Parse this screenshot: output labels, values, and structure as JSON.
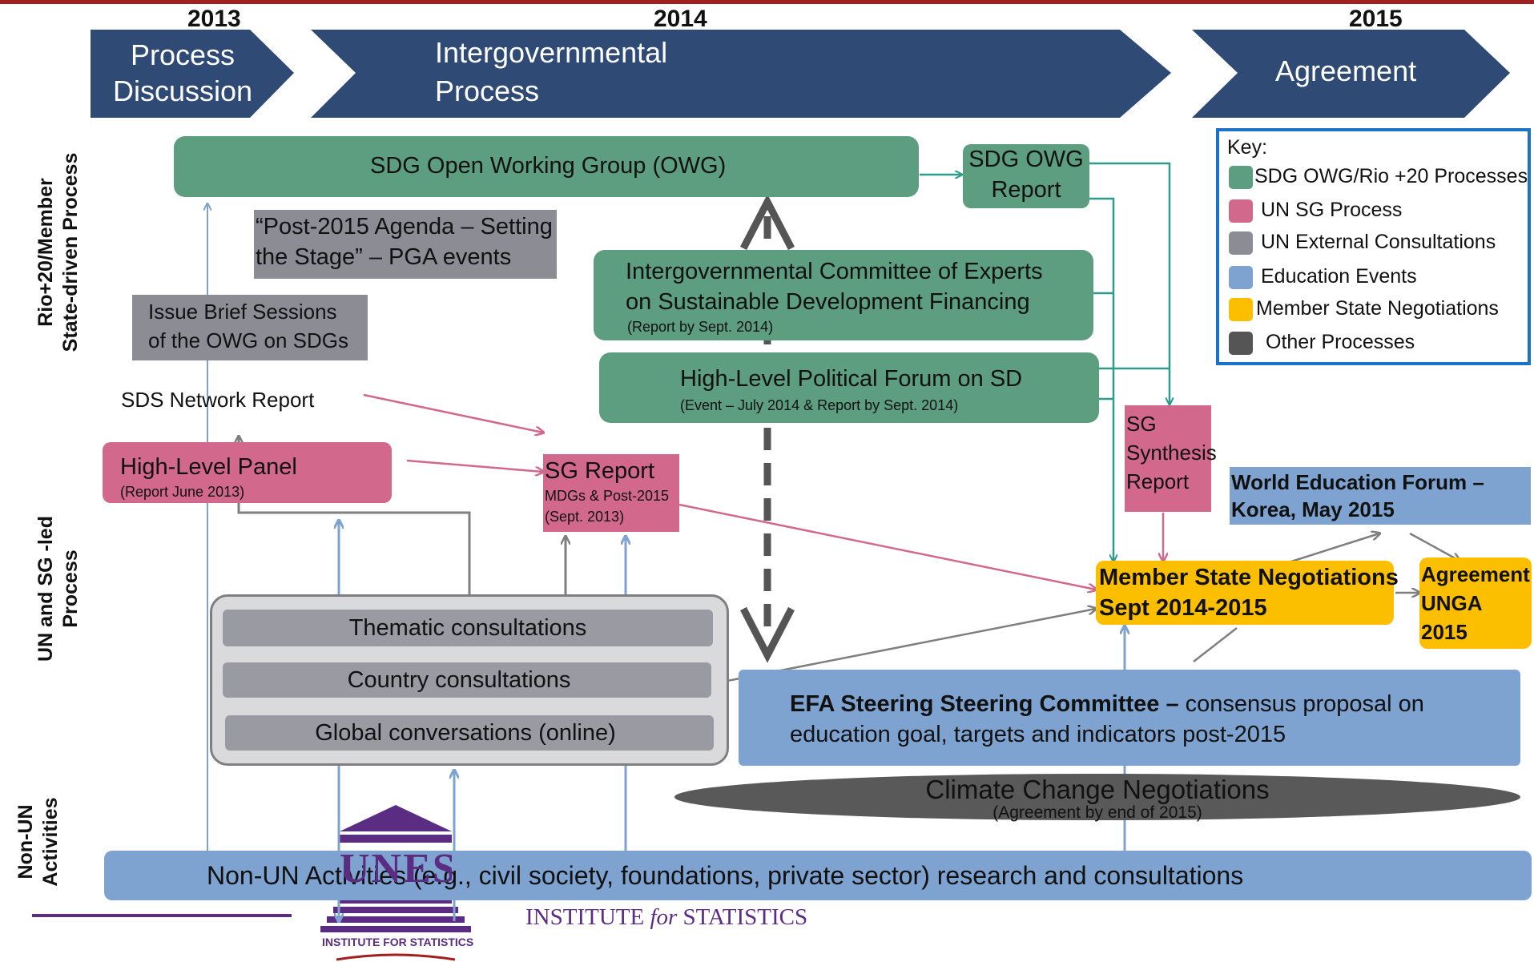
{
  "timeline": {
    "years": [
      "2013",
      "2014",
      "2015"
    ],
    "phases": [
      {
        "line1": "Process",
        "line2": "Discussion"
      },
      {
        "line1": "Intergovernmental",
        "line2": "Process"
      },
      {
        "line1": "Agreement"
      }
    ]
  },
  "rows": {
    "member_state": {
      "line1": "Rio+20/Member",
      "line2": "State-driven Process"
    },
    "un_sg": {
      "line1": "UN and SG -led",
      "line2": "Process"
    },
    "non_un": {
      "line1": "Non-UN",
      "line2": "Activities"
    }
  },
  "boxes": {
    "owg": "SDG Open Working Group (OWG)",
    "owg_report": {
      "line1": "SDG OWG",
      "line2": "Report"
    },
    "pga": {
      "line1": "“Post-2015 Agenda – Setting",
      "line2": "the Stage” – PGA events"
    },
    "issue_brief": {
      "line1": "Issue Brief Sessions",
      "line2": "of the OWG on SDGs"
    },
    "sds": "SDS Network Report",
    "icesdf": {
      "line1": "Intergovernmental Committee of Experts",
      "line2": "on Sustainable Development Financing",
      "note": "(Report by Sept. 2014)"
    },
    "hlpf": {
      "line1": "High-Level Political Forum  on SD",
      "note": "(Event – July 2014 & Report by Sept. 2014)"
    },
    "hlp": {
      "line1": "High-Level Panel",
      "note": "(Report June 2013)"
    },
    "sg_report": {
      "line1": "SG Report",
      "line2": "MDGs & Post-2015",
      "line3": "(Sept. 2013)"
    },
    "sg_synthesis": {
      "line1": "SG",
      "line2": "Synthesis",
      "line3": "Report"
    },
    "wef": {
      "line1": "World Education Forum –",
      "line2": "Korea, May 2015"
    },
    "msn": {
      "line1": "Member State Negotiations",
      "line2": "Sept 2014-2015"
    },
    "unga": {
      "line1": "Agreement",
      "line2": "UNGA",
      "line3": "2015"
    },
    "consultations": [
      "Thematic consultations",
      "Country consultations",
      "Global conversations (online)"
    ],
    "efa": {
      "bold": "EFA Steering Steering Committee –",
      "rest": " consensus proposal on",
      "line2": "education goal, targets and indicators post-2015"
    },
    "climate": {
      "line1": "Climate Change Negotiations",
      "note": "(Agreement by end of 2015)"
    },
    "nonun": "Non-UN Activities (e.g., civil society, foundations, private sector) research and consultations"
  },
  "key": {
    "title": "Key:",
    "items": [
      {
        "label": "SDG OWG/Rio +20 Processes",
        "color": "#5d9d80"
      },
      {
        "label": "UN SG Process",
        "color": "#d2688c"
      },
      {
        "label": "UN External Consultations",
        "color": "#8c8c94"
      },
      {
        "label": "Education Events",
        "color": "#7ea3d0"
      },
      {
        "label": "Member State Negotiations",
        "color": "#fbbf00"
      },
      {
        "label": "Other Processes",
        "color": "#555555"
      }
    ]
  },
  "logo": {
    "letters": "UNESCO",
    "caption": "INSTITUTE FOR STATISTICS",
    "text_pre": "INSTITUTE ",
    "text_for": "for",
    "text_post": " STATISTICS"
  },
  "colors": {
    "banner": "#2e4a75",
    "green": "#5d9d80",
    "pink": "#d2688c",
    "grey": "#8c8c94",
    "blue": "#7ea3d0",
    "gold": "#fbbf00",
    "dark": "#555555",
    "key_border": "#1a73c8",
    "brand_red": "#a02020",
    "logo_purple": "#5a2d82"
  }
}
